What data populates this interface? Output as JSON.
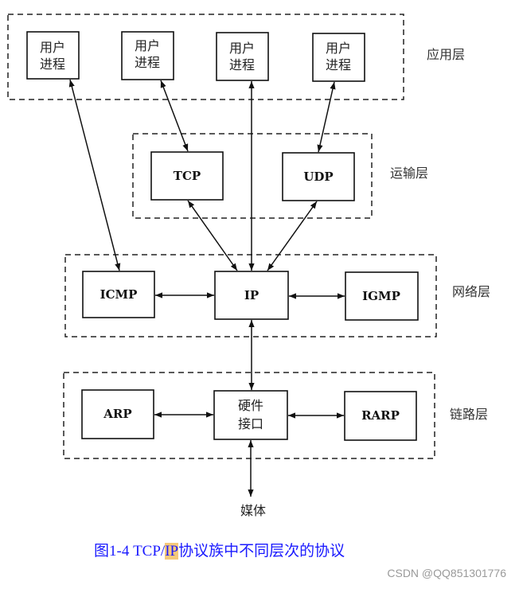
{
  "diagram": {
    "layers": {
      "application": {
        "label": "应用层"
      },
      "transport": {
        "label": "运输层"
      },
      "network": {
        "label": "网络层"
      },
      "link": {
        "label": "链路层"
      }
    },
    "nodes": {
      "user_process_1": {
        "line1": "用户",
        "line2": "进程"
      },
      "user_process_2": {
        "line1": "用户",
        "line2": "进程"
      },
      "user_process_3": {
        "line1": "用户",
        "line2": "进程"
      },
      "user_process_4": {
        "line1": "用户",
        "line2": "进程"
      },
      "tcp": {
        "label": "TCP"
      },
      "udp": {
        "label": "UDP"
      },
      "icmp": {
        "label": "ICMP"
      },
      "ip": {
        "label": "IP"
      },
      "igmp": {
        "label": "IGMP"
      },
      "arp": {
        "label": "ARP"
      },
      "hw_interface": {
        "line1": "硬件",
        "line2": "接口"
      },
      "rarp": {
        "label": "RARP"
      },
      "media": {
        "label": "媒体"
      }
    },
    "edges": [
      {
        "from": "user_process_1",
        "to": "icmp",
        "direction": "both"
      },
      {
        "from": "user_process_2",
        "to": "tcp",
        "direction": "both"
      },
      {
        "from": "user_process_3",
        "to": "ip",
        "direction": "both"
      },
      {
        "from": "user_process_4",
        "to": "udp",
        "direction": "both"
      },
      {
        "from": "tcp",
        "to": "ip",
        "direction": "both"
      },
      {
        "from": "udp",
        "to": "ip",
        "direction": "both"
      },
      {
        "from": "icmp",
        "to": "ip",
        "direction": "both"
      },
      {
        "from": "igmp",
        "to": "ip",
        "direction": "both"
      },
      {
        "from": "ip",
        "to": "hw_interface",
        "direction": "both"
      },
      {
        "from": "arp",
        "to": "hw_interface",
        "direction": "both"
      },
      {
        "from": "rarp",
        "to": "hw_interface",
        "direction": "both"
      },
      {
        "from": "hw_interface",
        "to": "media",
        "direction": "both"
      }
    ]
  },
  "caption": {
    "prefix": "图1-4   TCP/",
    "highlight": "IP",
    "suffix": "协议族中不同层次的协议"
  },
  "watermark": "CSDN @QQ851301776",
  "colors": {
    "caption": "#1a1aff",
    "highlight": "#f5c97a",
    "watermark": "#9a9a9a"
  }
}
